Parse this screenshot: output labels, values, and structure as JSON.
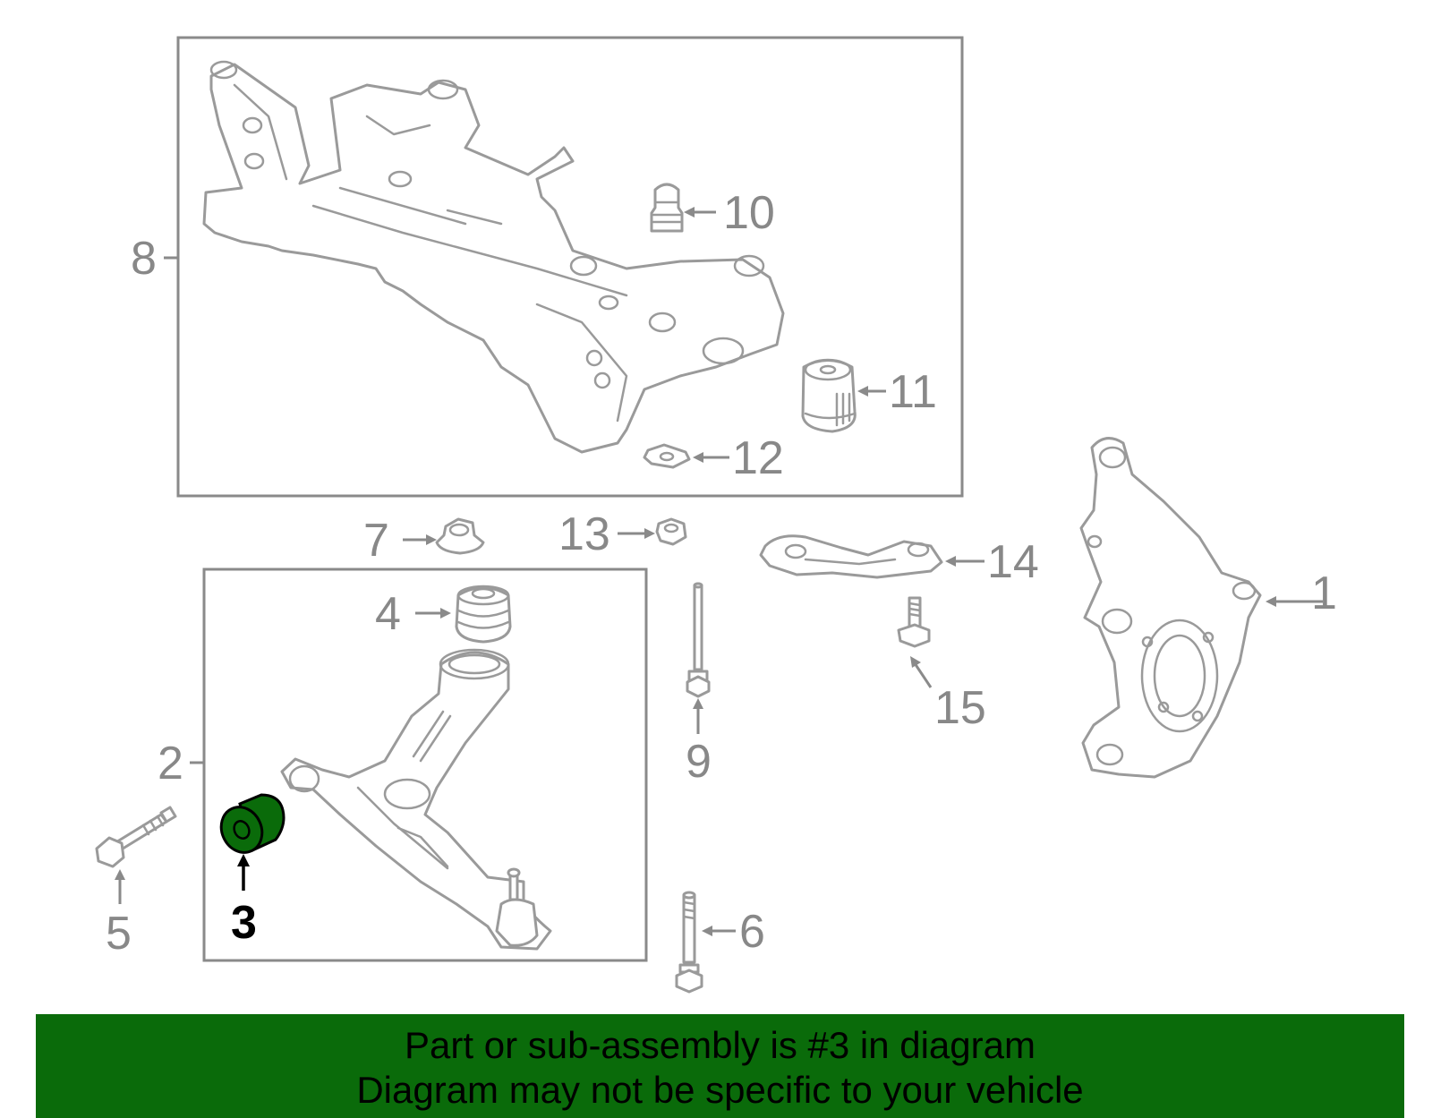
{
  "callouts": {
    "c1": "1",
    "c2": "2",
    "c3": "3",
    "c4": "4",
    "c5": "5",
    "c6": "6",
    "c7": "7",
    "c8": "8",
    "c9": "9",
    "c10": "10",
    "c11": "11",
    "c12": "12",
    "c13": "13",
    "c14": "14",
    "c15": "15"
  },
  "highlighted_part": "3",
  "colors": {
    "highlight": "#0a6b0a",
    "line": "#9a9a9a",
    "footer": "#0a6b0a"
  },
  "footer": {
    "line1": "Part or sub-assembly is #3 in diagram",
    "line2": "Diagram may not be specific to your vehicle"
  }
}
